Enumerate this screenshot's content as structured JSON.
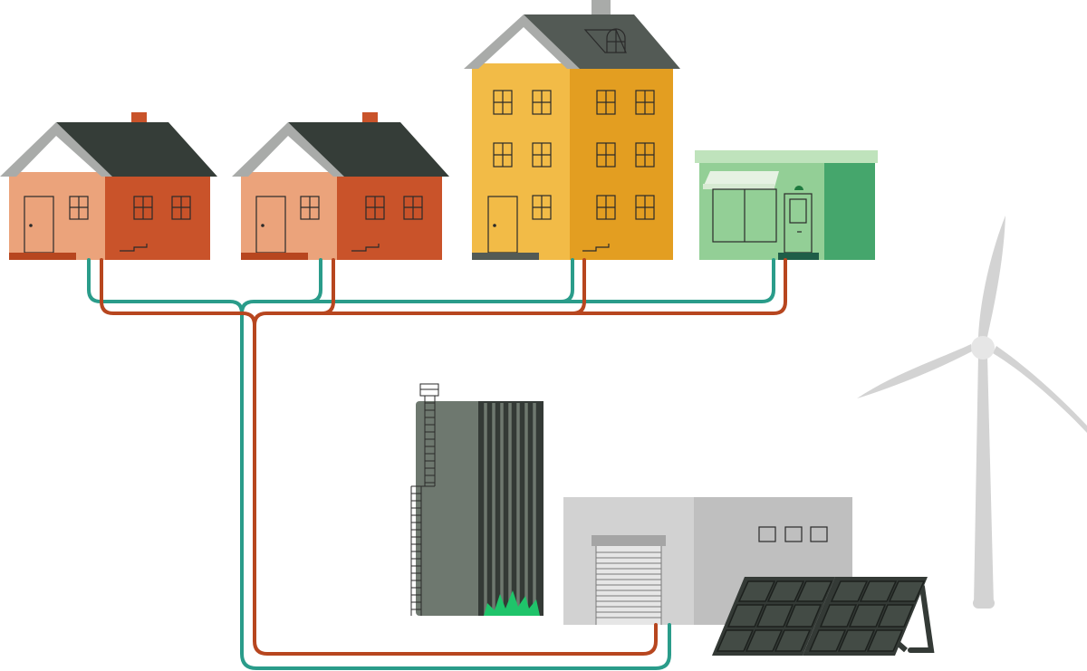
{
  "illustration": {
    "subject": "district-heating-network",
    "buildings": [
      {
        "kind": "detached-house",
        "color": "#c9532a"
      },
      {
        "kind": "detached-house",
        "color": "#c9532a"
      },
      {
        "kind": "apartment-building",
        "color": "#e39e21"
      },
      {
        "kind": "shop",
        "color": "#45a66c"
      }
    ],
    "energy_sources": [
      "heat-storage-tank",
      "heating-plant",
      "solar-panels",
      "wind-turbine"
    ]
  },
  "colors": {
    "supply_pipe": "#b7461f",
    "return_pipe": "#2a9c8a",
    "roof": "#353d38",
    "tank": "#6e786f",
    "grass": "#1fc46a",
    "turbine": "#d3d3d3",
    "plant_light": "#d2d2d2",
    "plant_dark": "#bfbfbf"
  },
  "icons": {
    "house": "house-icon",
    "apartment": "apartment-building-icon",
    "shop": "shop-icon",
    "tank": "storage-tank-icon",
    "plant": "heating-plant-icon",
    "solar": "solar-panel-icon",
    "wind": "wind-turbine-icon"
  }
}
